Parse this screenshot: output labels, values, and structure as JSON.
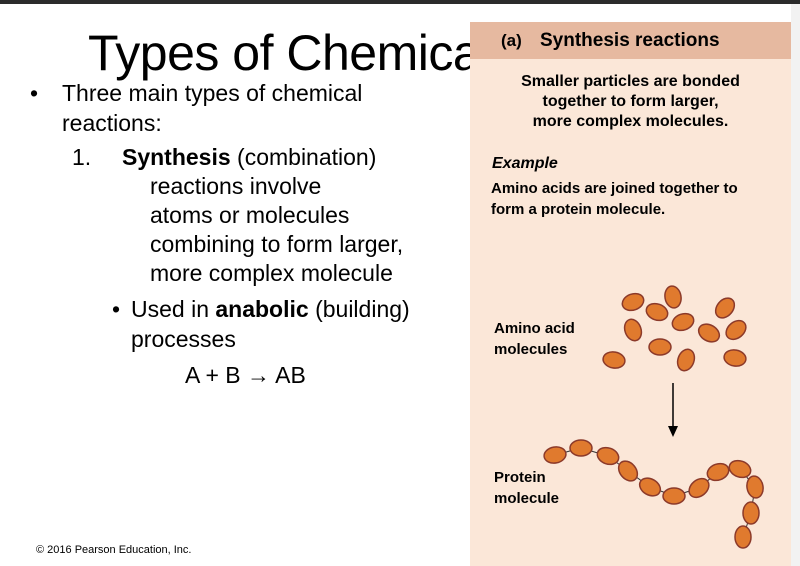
{
  "slide": {
    "title": "Types of Chemica",
    "bullet1": "Three main types of chemical",
    "bullet1b": "reactions:",
    "item_number": "1.",
    "item_term": "Synthesis",
    "item_rest": " (combination)",
    "item_lines": [
      "reactions involve",
      "atoms or molecules",
      "combining to form larger,",
      "more complex molecule"
    ],
    "sub_pre": "Used in ",
    "sub_term": "anabolic",
    "sub_post": " (building)",
    "sub_line2": "processes",
    "equation": "A + B → AB",
    "copyright": "© 2016 Pearson Education, Inc."
  },
  "figure": {
    "label": "(a)",
    "heading": "Synthesis reactions",
    "summary": [
      "Smaller particles are bonded",
      "together to form larger,",
      "more complex molecules."
    ],
    "example_label": "Example",
    "example_text": [
      "Amino acids are joined together to",
      "form a protein molecule."
    ],
    "amino_label": [
      "Amino acid",
      "molecules"
    ],
    "protein_label": [
      "Protein",
      "molecule"
    ],
    "colors": {
      "header": "#e6b9a0",
      "panel": "#fbe7d8",
      "molecule": "#e07a2e",
      "outline": "#8c3a2a"
    }
  }
}
